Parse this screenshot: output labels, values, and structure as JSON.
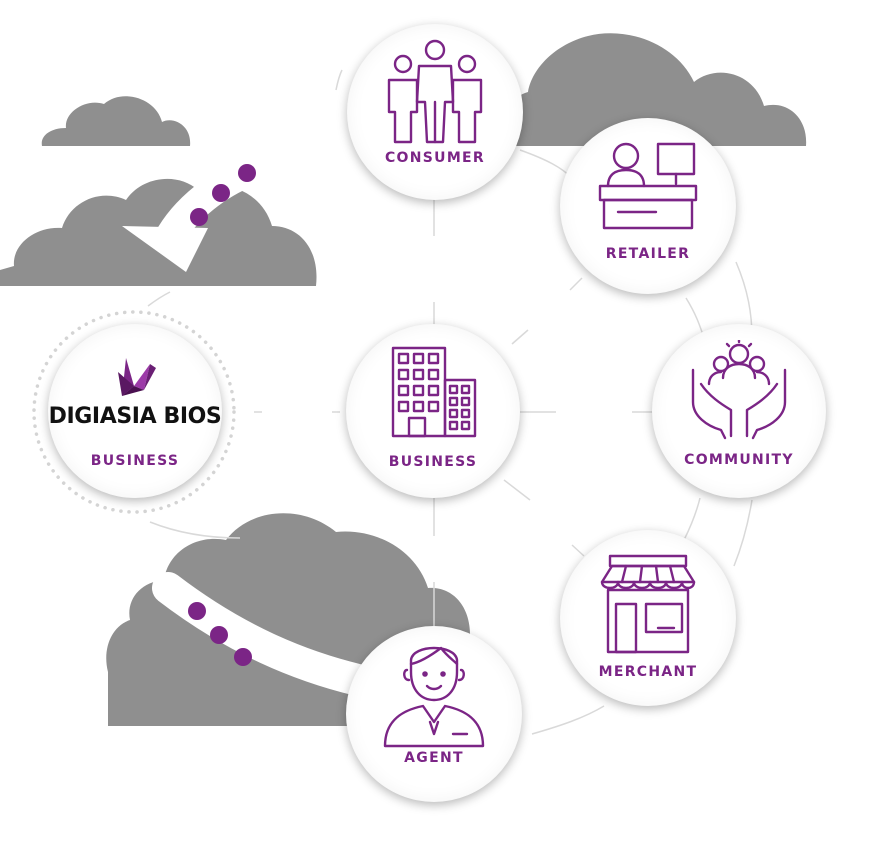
{
  "colors": {
    "accent": "#7b2586",
    "cloud": "#8f8f8f",
    "connector": "#d9d9d9"
  },
  "center": {
    "label": "BUSINESS",
    "icon": "office-buildings-icon"
  },
  "origin": {
    "brand_name": "DIGIASIA BIOS",
    "label": "BUSINESS",
    "icon": "origami-crane-logo"
  },
  "partners": [
    {
      "label": "CONSUMER",
      "icon": "group-of-people-icon"
    },
    {
      "label": "RETAILER",
      "icon": "cashier-counter-icon"
    },
    {
      "label": "COMMUNITY",
      "icon": "hands-holding-people-icon"
    },
    {
      "label": "MERCHANT",
      "icon": "storefront-icon"
    },
    {
      "label": "AGENT",
      "icon": "businessman-agent-icon"
    }
  ]
}
